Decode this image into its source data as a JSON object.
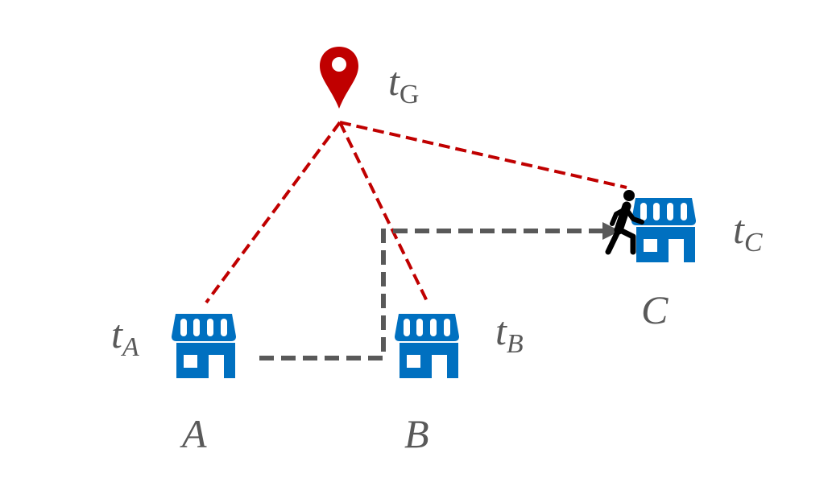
{
  "goal": {
    "label": "t",
    "subscript": "G",
    "icon": "map-pin-icon"
  },
  "stores": [
    {
      "name": "A",
      "time_label": "t",
      "time_subscript": "A",
      "icon": "store-icon"
    },
    {
      "name": "B",
      "time_label": "t",
      "time_subscript": "B",
      "icon": "store-icon"
    },
    {
      "name": "C",
      "time_label": "t",
      "time_subscript": "C",
      "icon": "store-icon"
    }
  ],
  "walker": {
    "icon": "walking-person-icon"
  },
  "colors": {
    "store": "#0070C0",
    "goal": "#C00000",
    "path": "#595959",
    "text": "#595959"
  }
}
